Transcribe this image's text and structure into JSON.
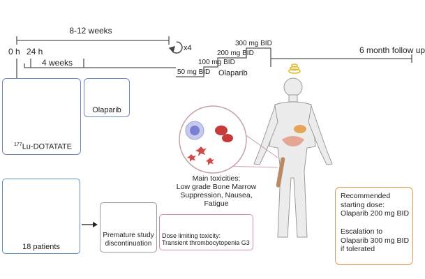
{
  "timeline": {
    "duration_label": "8-12 weeks",
    "t0_label": "0 h",
    "t24_label": "24 h",
    "interval_label": "4 weeks",
    "cycles_label": "x4",
    "followup_label": "6 month follow up"
  },
  "dose_steps": {
    "step1": "50 mg BID",
    "step2": "100 mg BID",
    "step3": "200 mg BID",
    "step4": "300 mg BID",
    "drug": "Olaparib"
  },
  "boxes": {
    "radioligand_sup": "177",
    "radioligand_name": "Lu-DOTATATE",
    "olaparib_label": "Olaparib",
    "patients_label": "18 patients",
    "discontinuation": "Premature study discontinuation",
    "dlt_title": "Dose limiting toxicity:",
    "dlt_detail": "Transient thrombocytopenia G3",
    "toxicities_title": "Main toxicities:",
    "toxicities_line1": "Low grade Bone Marrow",
    "toxicities_line2": "Suppression, Nausea,",
    "toxicities_line3": "Fatigue",
    "rec_line1": "Recommended",
    "rec_line2": "starting dose:",
    "rec_line3": "Olaparib 200 mg BID",
    "esc_line1": "Escalation to",
    "esc_line2": "Olaparib 300 mg BID",
    "esc_line3": "if tolerated"
  },
  "colors": {
    "patient_green": "#6fb3a4",
    "discontinued_grey": "#bdbdbd",
    "dlt_pink": "#c25a7e",
    "radiation_yellow": "#f2d233",
    "skin": "#ececec"
  }
}
